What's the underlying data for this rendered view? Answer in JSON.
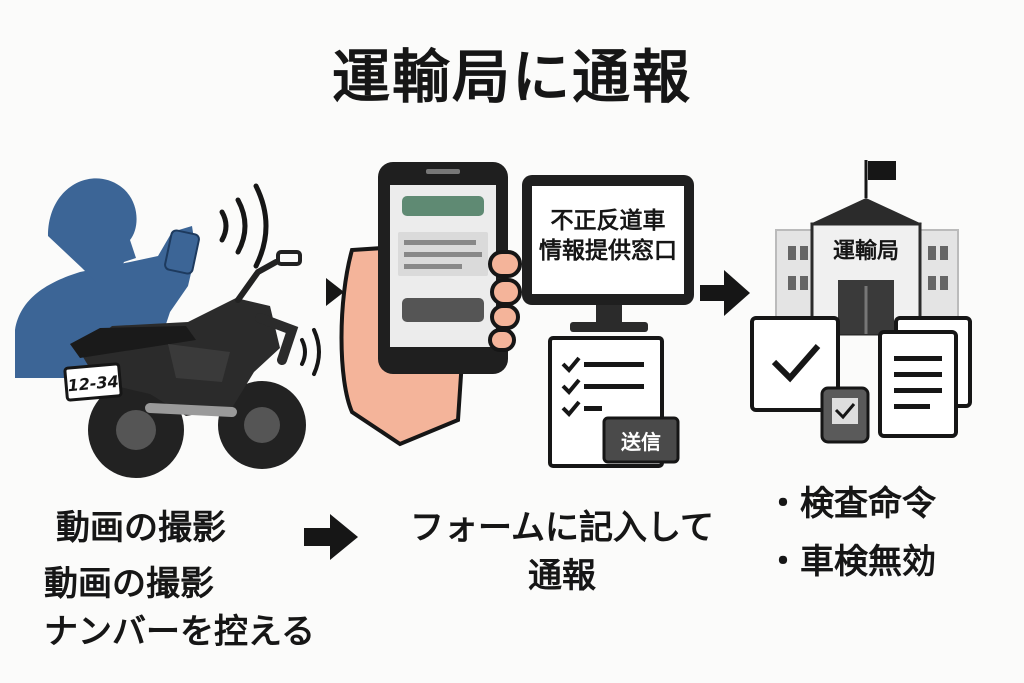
{
  "title": "運輸局に通報",
  "step1": {
    "license_plate": "12-34",
    "caption_line1": "動画の撮影",
    "caption_line2": "動画の撮影",
    "caption_line3": "ナンバーを控える"
  },
  "step2": {
    "monitor_line1": "不正反道車",
    "monitor_line2": "情報提供窓口",
    "submit_label": "送信",
    "caption_line1": "フォームに記入して",
    "caption_line2": "通報"
  },
  "step3": {
    "building_sign": "運輸局",
    "result_1": "・検査命令",
    "result_2": "・車検無効"
  }
}
